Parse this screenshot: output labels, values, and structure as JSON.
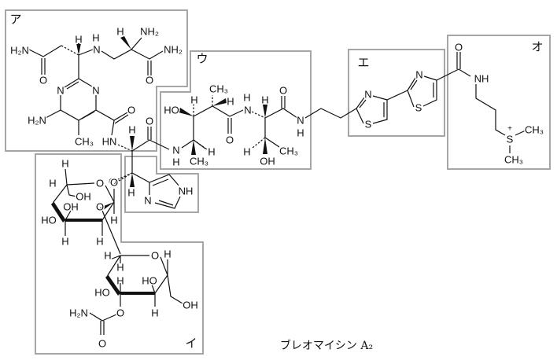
{
  "caption": "ブレオマイシン A₂",
  "frag_a": {
    "atoms": [
      "ア",
      "H₂N",
      "O",
      "H",
      "H",
      "N",
      "H",
      "NH₂",
      "NH₂",
      "O",
      "N",
      "N",
      "H₂N",
      "CH₃",
      "O"
    ]
  },
  "central": {
    "atoms": [
      "HN",
      "H",
      "O",
      "O",
      "H"
    ]
  },
  "his": {
    "atoms": [
      "N",
      "NH"
    ]
  },
  "frag_u": {
    "atoms": [
      "ウ",
      "HO",
      "H",
      "CH₃",
      "H",
      "H",
      "N",
      "H",
      "O",
      "O",
      "N",
      "H",
      "N",
      "H",
      "CH₃",
      "H",
      "H",
      "CH₃",
      "OH"
    ]
  },
  "frag_e": {
    "atoms": [
      "エ",
      "N",
      "S",
      "N",
      "S"
    ]
  },
  "frag_o": {
    "atoms": [
      "オ",
      "O",
      "NH",
      "+",
      "S",
      "CH₃",
      "CH₃"
    ]
  },
  "frag_i": {
    "atoms": [
      "イ",
      "H",
      "O",
      "O",
      "H",
      "OH",
      "OH",
      "O",
      "HO",
      "H",
      "H",
      "H",
      "H",
      "H",
      "O",
      "H",
      "H",
      "HO",
      "HO",
      "OH",
      "H",
      "O",
      "H₂N",
      "O"
    ]
  }
}
